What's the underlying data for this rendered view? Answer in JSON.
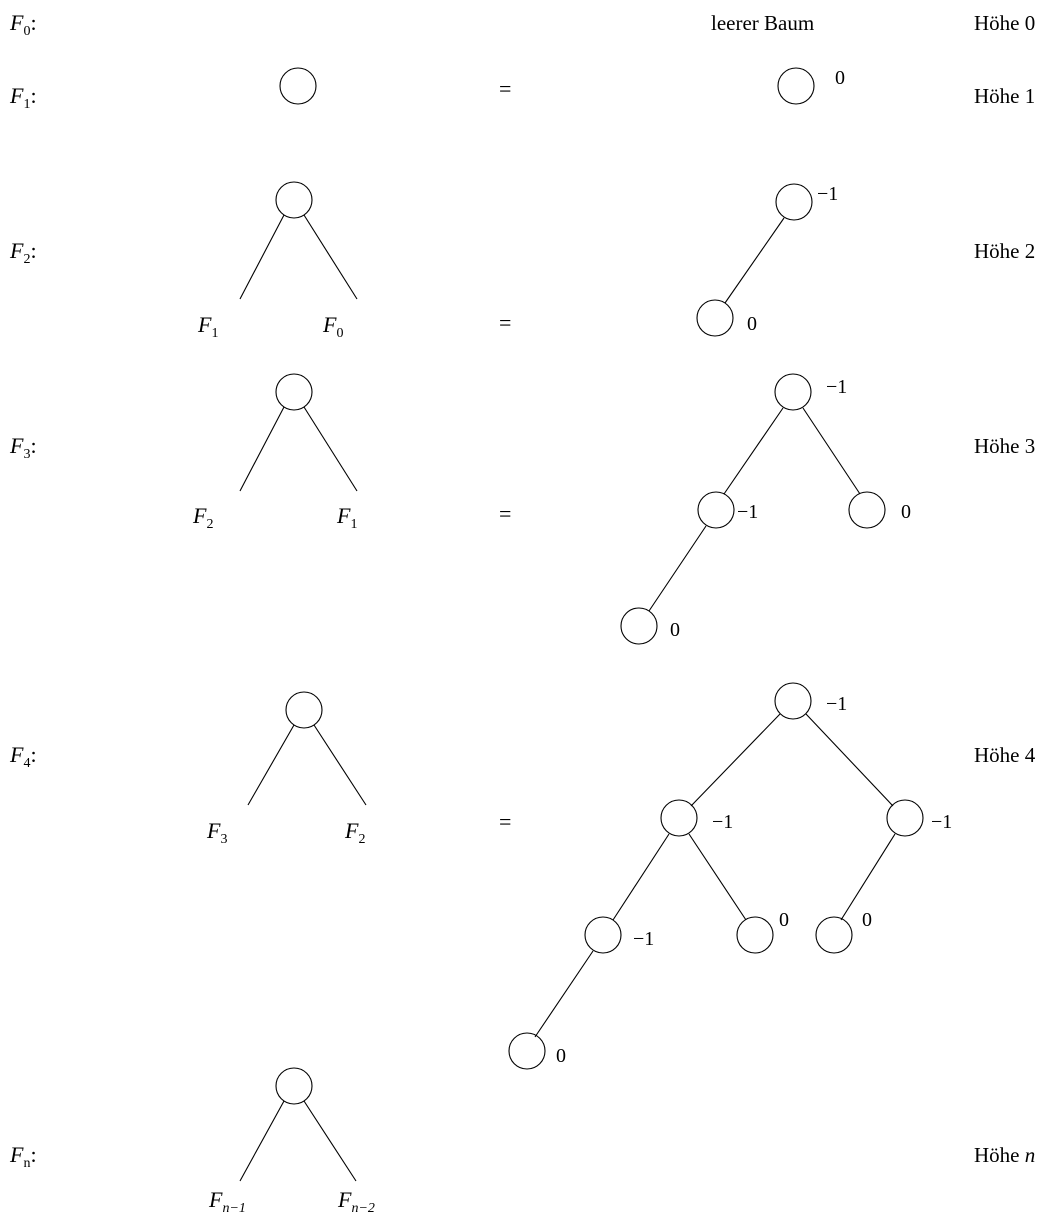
{
  "rows": [
    {
      "label": "F",
      "label_sub": "0",
      "height_word": "Höhe",
      "height_val": "0",
      "empty_text": "leerer Baum"
    },
    {
      "label": "F",
      "label_sub": "1",
      "height_word": "Höhe",
      "height_val": "1",
      "equals": "=",
      "balance_labels": [
        "0"
      ]
    },
    {
      "label": "F",
      "label_sub": "2",
      "height_word": "Höhe",
      "height_val": "2",
      "equals": "=",
      "left_sub": {
        "base": "F",
        "sub": "1"
      },
      "right_sub": {
        "base": "F",
        "sub": "0"
      },
      "balance_labels": [
        "−1",
        "0"
      ]
    },
    {
      "label": "F",
      "label_sub": "3",
      "height_word": "Höhe",
      "height_val": "3",
      "equals": "=",
      "left_sub": {
        "base": "F",
        "sub": "2"
      },
      "right_sub": {
        "base": "F",
        "sub": "1"
      },
      "balance_labels": [
        "−1",
        "−1",
        "0",
        "0"
      ]
    },
    {
      "label": "F",
      "label_sub": "4",
      "height_word": "Höhe",
      "height_val": "4",
      "equals": "=",
      "left_sub": {
        "base": "F",
        "sub": "3"
      },
      "right_sub": {
        "base": "F",
        "sub": "2"
      },
      "balance_labels": [
        "−1",
        "−1",
        "−1",
        "−1",
        "0",
        "0",
        "0"
      ]
    },
    {
      "label": "F",
      "label_sub": "n",
      "height_word": "Höhe",
      "height_val": "n",
      "left_sub": {
        "base": "F",
        "sub": "n−1"
      },
      "right_sub": {
        "base": "F",
        "sub": "n−2"
      }
    }
  ]
}
